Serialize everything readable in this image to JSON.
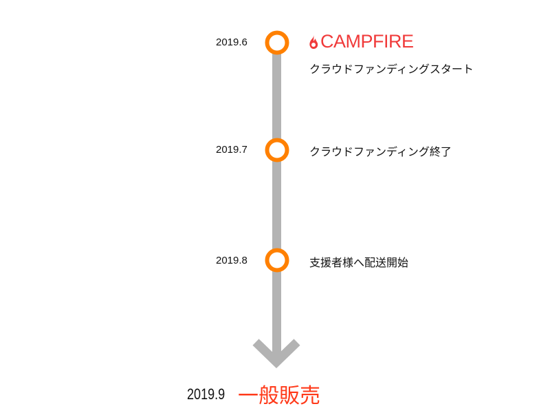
{
  "colors": {
    "line": "#b3b3b3",
    "node": "#ff8000",
    "brand": "#f03a3a",
    "final": "#ff3a1a"
  },
  "brand": {
    "name": "CAMPFIRE",
    "icon": "flame-icon"
  },
  "events": [
    {
      "date": "2019.6",
      "text": "クラウドファンディングスタート"
    },
    {
      "date": "2019.7",
      "text": "クラウドファンディング終了"
    },
    {
      "date": "2019.8",
      "text": "支援者様へ配送開始"
    }
  ],
  "final": {
    "date": "2019.9",
    "text": "一般販売"
  }
}
